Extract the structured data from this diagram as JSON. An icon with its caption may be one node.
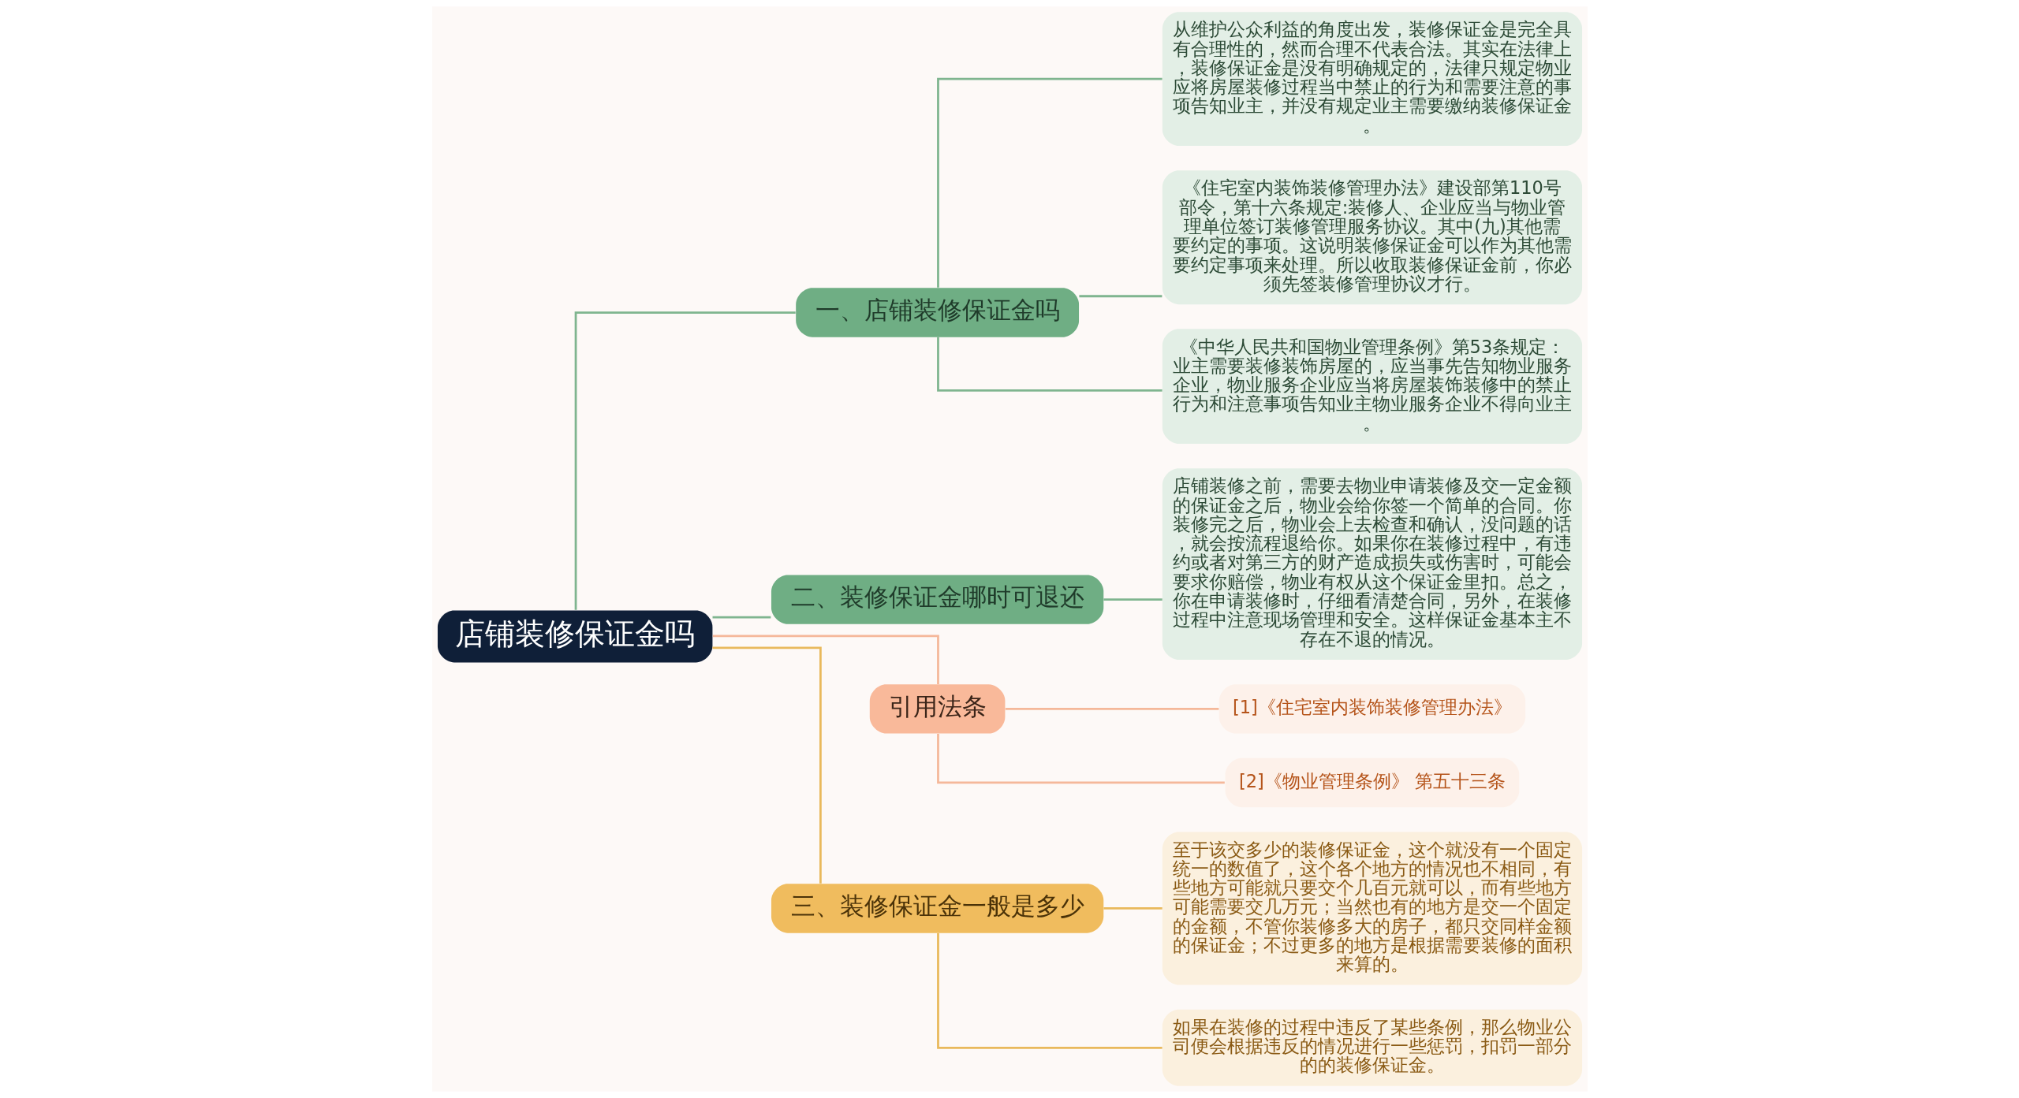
{
  "diagram": {
    "nodes": [
      {
        "text": [
          "店铺装修保证金吗"
        ]
      },
      {
        "text": [
          "一、店铺装修保证金吗"
        ]
      },
      {
        "text": [
          "从维护公众利益的角度出发，装修保证金是完全具有合理性的，然而合理不代表合法。其实在法律上，装修保证金是没有明确规定的，法律只规定物业应将房屋装修过程当中禁止的行为和需要注意的事项告知业主，并没有规定业主需要缴纳装修保证金。"
        ]
      },
      {
        "text": [
          "《住宅室内装饰装修管理办法》建设部第110号部令，第十六条规定:装修人、企业应当与物业管理单位签订装修管理服务协议。其中(九)其他需要约定的事项。这说明装修保证金可以作为其他需要约定事项来处理。所以收取装修保证金前，你必须先签装修管理协议才行。"
        ]
      },
      {
        "text": [
          "《中华人民共和国物业管理条例》第53条规定：业主需要装修装饰房屋的，应当事先告知物业服务企业，物业服务企业应当将房屋装饰装修中的禁止行为和注意事项告知业主物业服务企业不得向业主。"
        ]
      },
      {
        "text": [
          "二、装修保证金哪时可退还"
        ]
      },
      {
        "text": [
          "店铺装修之前，需要去物业申请装修及交一定金额的保证金之后，物业会给你签一个简单的合同。你装修完之后，物业会上去检查和确认，没问题的话，就会按流程退给你。如果你在装修过程中，有违约或者对第三方的财产造成损失或伤害时，可能会要求你赔偿，物业有权从这个保证金里扣。总之，你在申请装修时，仔细看清楚合同，另外，在装修过程中注意现场管理和安全。这样保证金基本主不存在不退的情况。"
        ]
      },
      {
        "text": [
          "引用法条"
        ]
      },
      {
        "text": [
          "[1]《住宅室内装饰装修管理办法》"
        ]
      },
      {
        "text": [
          "[2]《物业管理条例》 第五十三条"
        ]
      },
      {
        "text": [
          "三、装修保证金一般是多少"
        ]
      },
      {
        "text": [
          "至于该交多少的装修保证金，这个就没有一个固定统一的数值了，这个各个地方的情况也不相同，有些地方可能就只要交个几百元就可以，而有些地方可能需要交几万元；当然也有的地方是交一个固定的金额，不管你装修多大的房子，都只交同样金额的保证金；不过更多的地方是根据需要装修的面积来算的。"
        ]
      },
      {
        "text": [
          "如果在装修的过程中违反了某些条例，那么物业公司便会根据违反的情况进行一些惩罚，扣罚一部分的的装修保证金。"
        ]
      }
    ],
    "edges": [
      {
        "from": 0,
        "to": 1,
        "arrow": "none"
      },
      {
        "from": 1,
        "to": 2,
        "arrow": "none"
      },
      {
        "from": 1,
        "to": 3,
        "arrow": "none"
      },
      {
        "from": 1,
        "to": 4,
        "arrow": "none"
      },
      {
        "from": 0,
        "to": 5,
        "arrow": "none"
      },
      {
        "from": 5,
        "to": 6,
        "arrow": "none"
      },
      {
        "from": 0,
        "to": 7,
        "arrow": "none",
        "color": "#f5b89a"
      },
      {
        "from": 7,
        "to": 8,
        "arrow": "none",
        "color": "#f5b89a"
      },
      {
        "from": 7,
        "to": 9,
        "arrow": "none",
        "color": "#f5b89a"
      },
      {
        "from": 0,
        "to": 10,
        "arrow": "none",
        "color": "#e9b95c"
      },
      {
        "from": 10,
        "to": 11,
        "arrow": "none",
        "color": "#e9b95c"
      },
      {
        "from": 10,
        "to": 12,
        "arrow": "none",
        "color": "#e9b95c"
      }
    ]
  }
}
